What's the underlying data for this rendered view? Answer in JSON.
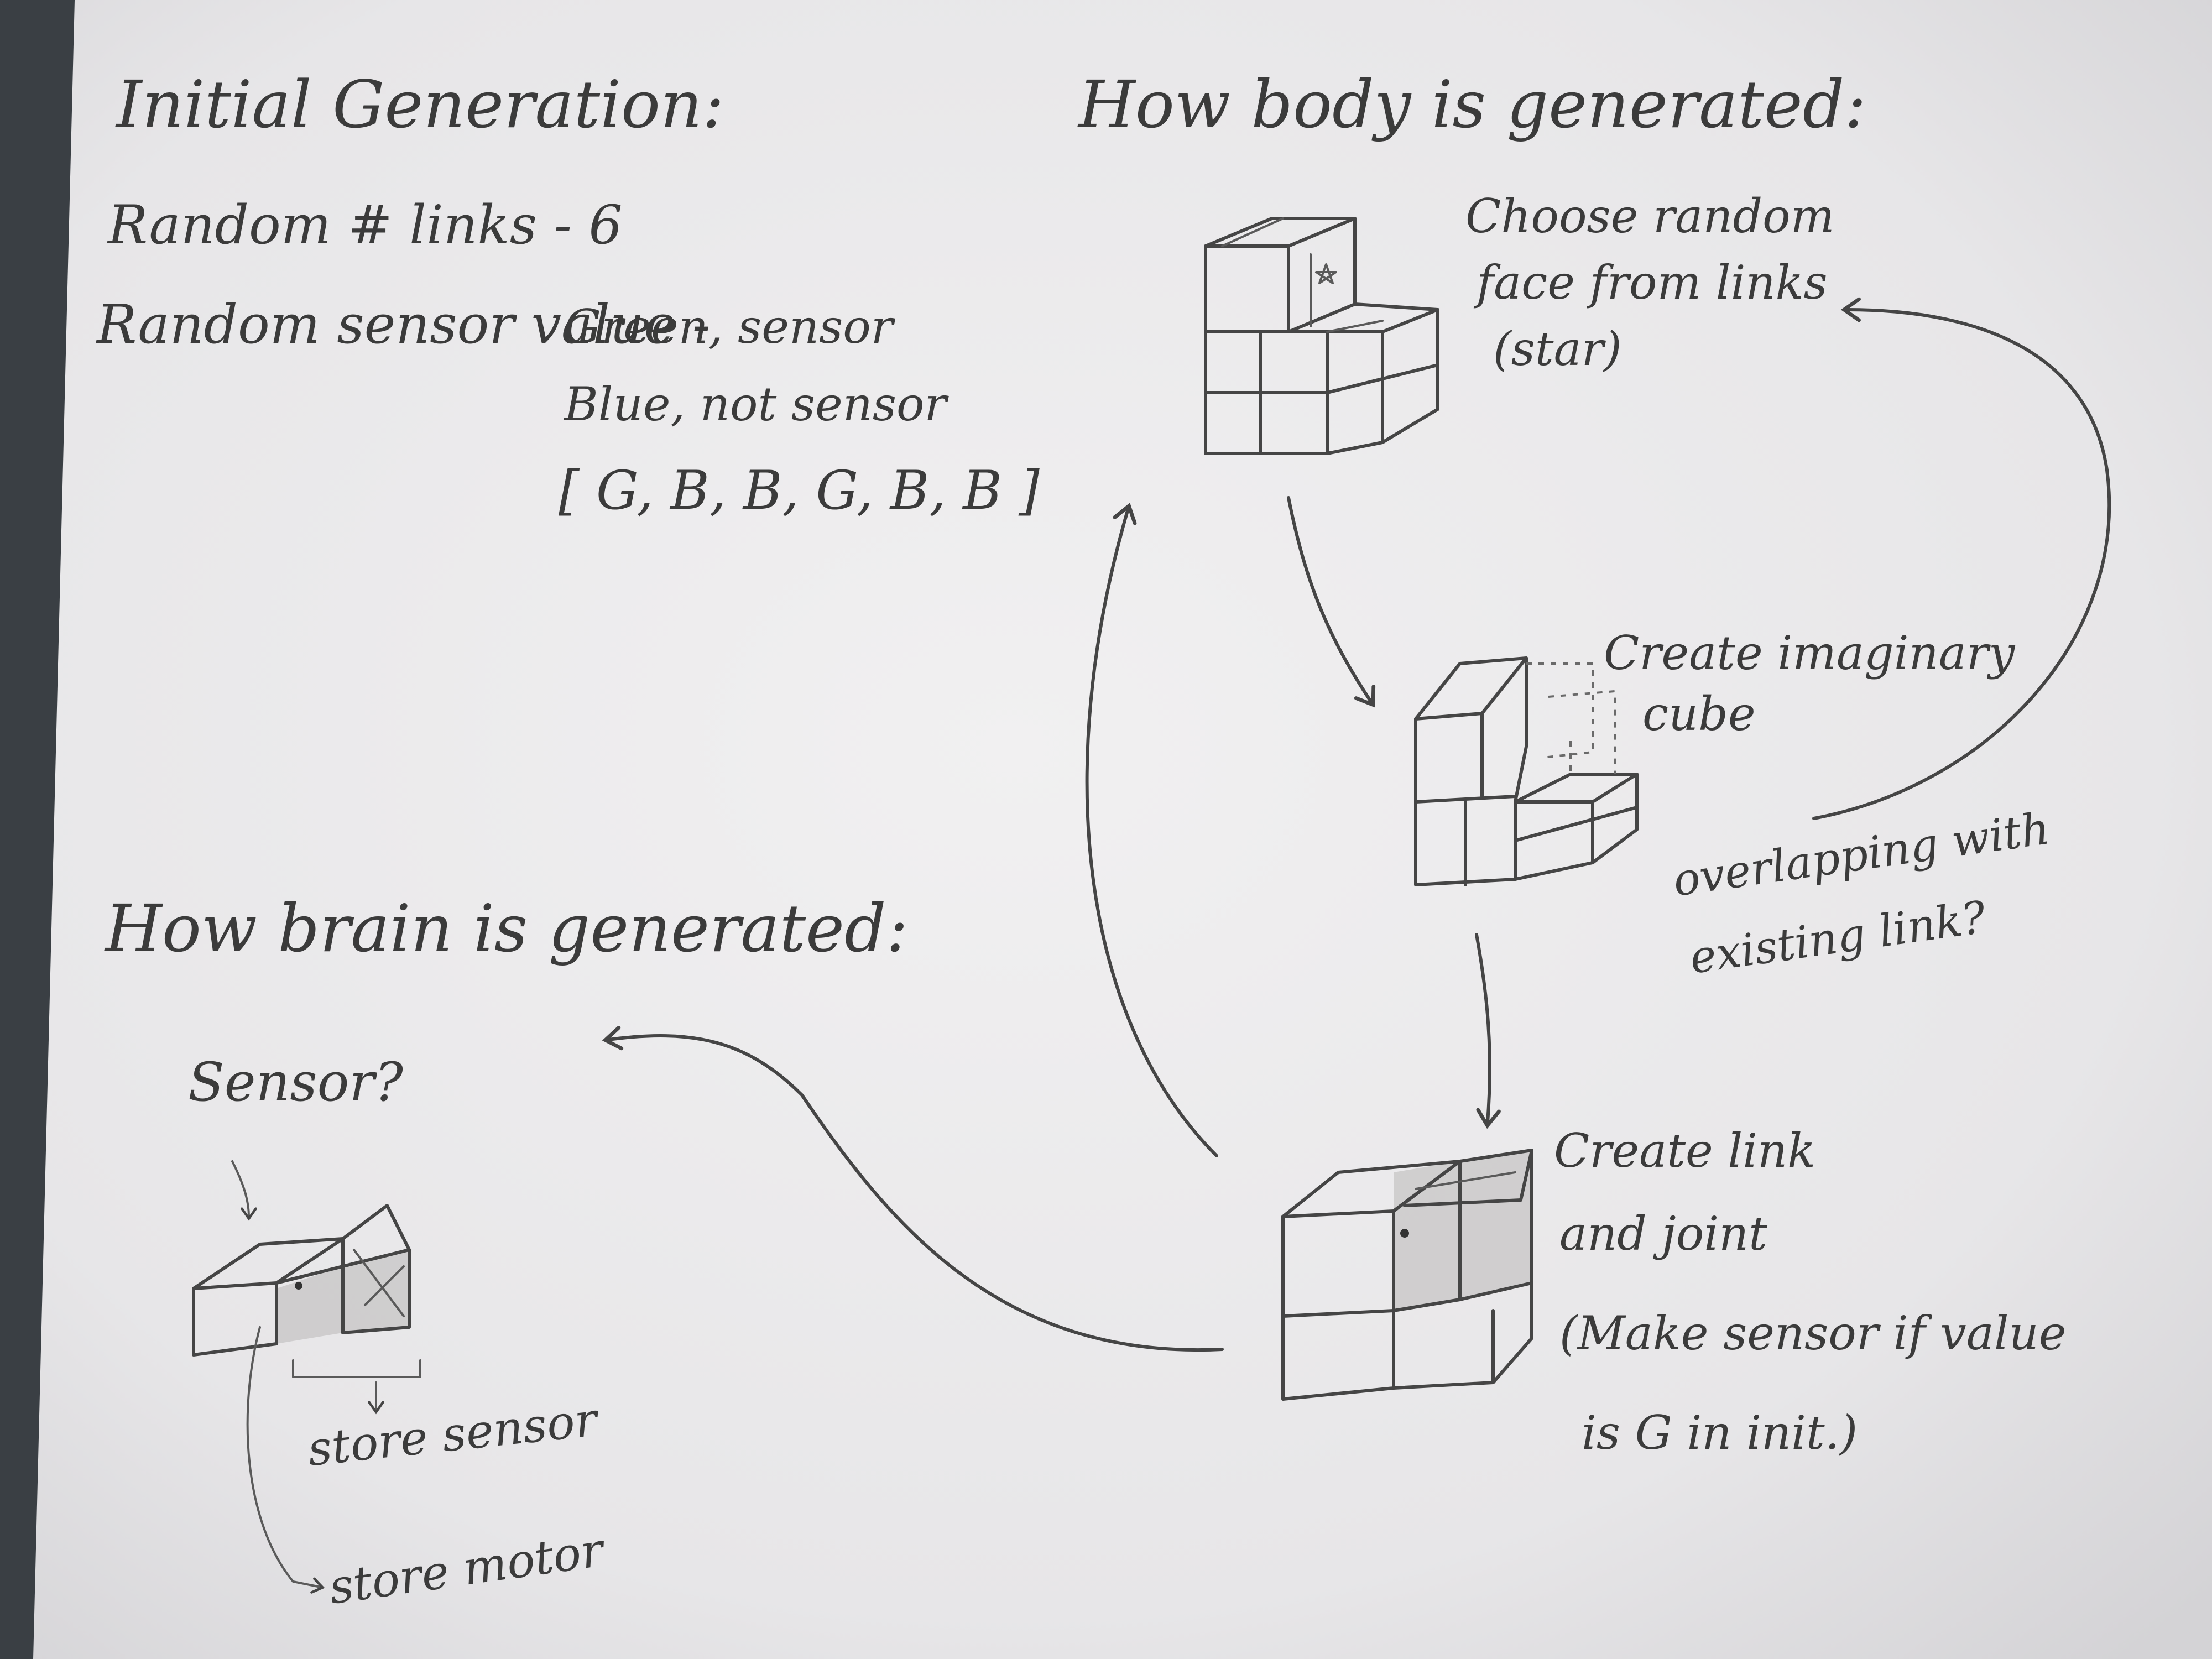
{
  "initial": {
    "title": "Initial Generation:",
    "links_line": "Random # links - 6",
    "sensor_line": "Random sensor value -",
    "green_option": "Green, sensor",
    "blue_option": "Blue, not sensor",
    "array": "[ G, B, B, G, B, B ]"
  },
  "body": {
    "title": "How body is generated:",
    "step1_line1": "Choose random",
    "step1_line2": "face from links",
    "step1_line3": "(star)",
    "step2_line1": "Create imaginary",
    "step2_line2": "cube",
    "check_line1": "overlapping with",
    "check_line2": "existing link?",
    "step3_line1": "Create link",
    "step3_line2": "and joint",
    "step3_line3": "(Make sensor if value",
    "step3_line4": "is G in init.)"
  },
  "brain": {
    "title": "How brain is generated:",
    "question": "Sensor?",
    "store_sensor": "store sensor",
    "store_motor": "store motor"
  },
  "colors": {
    "paper": "#efeeef",
    "pencil": "#454545",
    "background": "#3a3f44"
  }
}
